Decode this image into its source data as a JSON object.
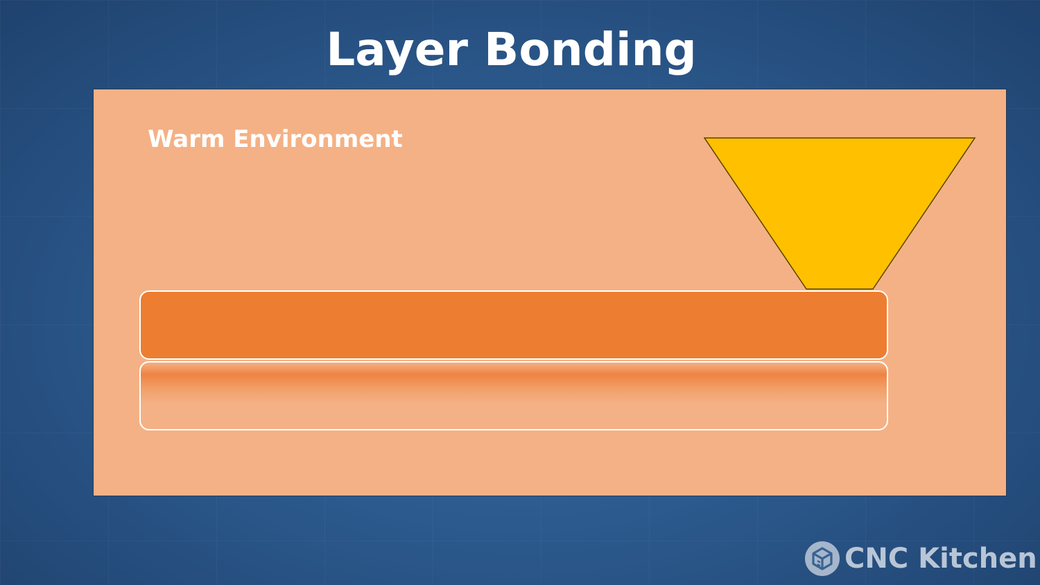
{
  "slide": {
    "title": "Layer Bonding"
  },
  "panel": {
    "label": "Warm Environment",
    "background_color": "#f4b185"
  },
  "diagram": {
    "nozzle": {
      "icon": "nozzle-trapezoid",
      "color": "#ffc000"
    },
    "top_layer": {
      "icon": "hot-layer-bar",
      "color": "#ed7d31"
    },
    "bottom_layer": {
      "icon": "cooling-layer-bar",
      "color": "#f4b185"
    }
  },
  "brand": {
    "name": "CNC Kitchen",
    "logo_icon": "cnc-kitchen-logo-icon"
  }
}
